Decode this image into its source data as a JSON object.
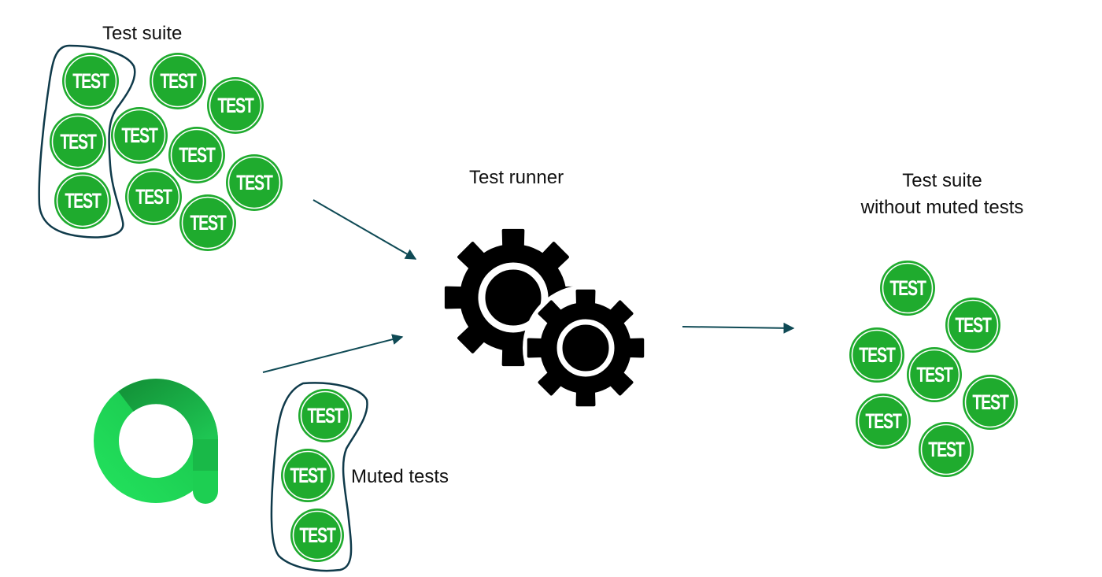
{
  "colors": {
    "badge_fill": "#1fab2e",
    "badge_ring": "#ffffff",
    "outline": "#0f3a4a",
    "arrow": "#0f4a55",
    "gear": "#000000",
    "logo_light": "#22e05c",
    "logo_dark": "#16a23e",
    "text": "#111111"
  },
  "labels": {
    "test_suite": "Test suite",
    "test_runner": "Test runner",
    "result_line1": "Test suite",
    "result_line2": "without muted tests",
    "muted_tests": "Muted tests"
  },
  "badge_text": "TEST",
  "groups": {
    "test_suite": {
      "badge_count": 10,
      "muted_subset_count": 3
    },
    "muted_tests": {
      "badge_count": 3
    },
    "result_suite": {
      "badge_count": 7
    }
  },
  "icons": {
    "runner": "gears-icon",
    "logo": "allure-logo-icon",
    "badge": "test-badge-icon",
    "arrow": "arrow-right-icon"
  },
  "flow": [
    {
      "from": "test_suite",
      "to": "test_runner"
    },
    {
      "from": "muted_tests",
      "to": "test_runner"
    },
    {
      "from": "test_runner",
      "to": "result_suite"
    }
  ]
}
